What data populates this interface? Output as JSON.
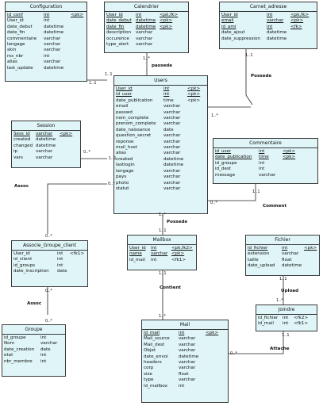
{
  "entities": {
    "configuration": {
      "title": "Configuration",
      "attributes": [
        {
          "name": "id_conf",
          "type": "int",
          "key": "<pk>",
          "pk": true
        },
        {
          "name": "User_id",
          "type": "int",
          "key": ""
        },
        {
          "name": "date_debut",
          "type": "datetime",
          "key": ""
        },
        {
          "name": "date_fin",
          "type": "datetime",
          "key": ""
        },
        {
          "name": "commentaire",
          "type": "varchar",
          "key": ""
        },
        {
          "name": "langage",
          "type": "varchar",
          "key": ""
        },
        {
          "name": "skin",
          "type": "varchar",
          "key": ""
        },
        {
          "name": "rss_nbr",
          "type": "int",
          "key": ""
        },
        {
          "name": "alias",
          "type": "varchar",
          "key": ""
        },
        {
          "name": "last_update",
          "type": "datetime",
          "key": ""
        }
      ]
    },
    "calendrier": {
      "title": "Calendrier",
      "attributes": [
        {
          "name": "User_id",
          "type": "int",
          "key": "<pk,fk>",
          "pk": true
        },
        {
          "name": "date_debut",
          "type": "datetime",
          "key": "<pk>",
          "pk": true
        },
        {
          "name": "date_fin",
          "type": "datetime",
          "key": "<pk>",
          "pk": true
        },
        {
          "name": "description",
          "type": "varchar",
          "key": ""
        },
        {
          "name": "occurence",
          "type": "varchar",
          "key": ""
        },
        {
          "name": "type_alert",
          "type": "varchar",
          "key": ""
        }
      ]
    },
    "carnet": {
      "title": "Carnet_adresse",
      "attributes": [
        {
          "name": "User_id",
          "type": "int",
          "key": "<pk,fk>",
          "pk": true
        },
        {
          "name": "email",
          "type": "varchar",
          "key": "<pk>",
          "pk": true
        },
        {
          "name": "id_ami",
          "type": "int",
          "key": "<fk>",
          "pk": true
        },
        {
          "name": "date_ajout",
          "type": "datetime",
          "key": ""
        },
        {
          "name": "date_suppression",
          "type": "datetime",
          "key": ""
        }
      ]
    },
    "users": {
      "title": "Users",
      "attributes": [
        {
          "name": "User_id",
          "type": "int",
          "key": "<pk>",
          "pk": true
        },
        {
          "name": "id_user",
          "type": "int",
          "key": "<pk>",
          "pk": true
        },
        {
          "name": "date_publication",
          "type": "time",
          "key": "<pk>"
        },
        {
          "name": "email",
          "type": "varchar",
          "key": ""
        },
        {
          "name": "passwd",
          "type": "varchar",
          "key": ""
        },
        {
          "name": "nom_complete",
          "type": "varchar",
          "key": ""
        },
        {
          "name": "prenom_complete",
          "type": "varchar",
          "key": ""
        },
        {
          "name": "date_naissance",
          "type": "date",
          "key": ""
        },
        {
          "name": "question_secret",
          "type": "varchar",
          "key": ""
        },
        {
          "name": "reponse",
          "type": "varchar",
          "key": ""
        },
        {
          "name": "mail_host",
          "type": "varchar",
          "key": ""
        },
        {
          "name": "alias",
          "type": "varchar",
          "key": ""
        },
        {
          "name": "created",
          "type": "datetime",
          "key": ""
        },
        {
          "name": "lastlogin",
          "type": "datetime",
          "key": ""
        },
        {
          "name": "langage",
          "type": "varchar",
          "key": ""
        },
        {
          "name": "pays",
          "type": "varchar",
          "key": ""
        },
        {
          "name": "photo",
          "type": "varchar",
          "key": ""
        },
        {
          "name": "statut",
          "type": "varchar",
          "key": ""
        }
      ]
    },
    "session": {
      "title": "Session",
      "attributes": [
        {
          "name": "Sess_id",
          "type": "varchar",
          "key": "<pk>",
          "pk": true
        },
        {
          "name": "created",
          "type": "datetime",
          "key": ""
        },
        {
          "name": "changed",
          "type": "datetime",
          "key": ""
        },
        {
          "name": "ip",
          "type": "varchar",
          "key": ""
        },
        {
          "name": "vars",
          "type": "varchar",
          "key": ""
        }
      ]
    },
    "commentaire": {
      "title": "Commentaire",
      "attributes": [
        {
          "name": "id_user",
          "type": "int",
          "key": "<pk>",
          "pk": true
        },
        {
          "name": "date_publication",
          "type": "time",
          "key": "<pk>",
          "pk": true
        },
        {
          "name": "id_groupe",
          "type": "int",
          "key": ""
        },
        {
          "name": "id_dest",
          "type": "int",
          "key": ""
        },
        {
          "name": "message",
          "type": "varchar",
          "key": ""
        }
      ]
    },
    "associe": {
      "title": "Associe_Groupe_client",
      "attributes": [
        {
          "name": "User_id",
          "type": "int",
          "key": "<fk1>"
        },
        {
          "name": "id_client",
          "type": "int",
          "key": ""
        },
        {
          "name": "id_groups",
          "type": "int",
          "key": ""
        },
        {
          "name": "date_inscription",
          "type": "date",
          "key": ""
        }
      ]
    },
    "mailbox": {
      "title": "Mailbox",
      "attributes": [
        {
          "name": "User_id",
          "type": "int",
          "key": "<pk,fk2>",
          "pk": true
        },
        {
          "name": "name",
          "type": "varchar",
          "key": "<pk>",
          "pk": true
        },
        {
          "name": "id_mail",
          "type": "int",
          "key": "<fk1>"
        }
      ]
    },
    "fichier": {
      "title": "Fichier",
      "attributes": [
        {
          "name": "id_fichier",
          "type": "int",
          "key": "<pk>",
          "pk": true
        },
        {
          "name": "extension",
          "type": "varchar",
          "key": ""
        },
        {
          "name": "taille",
          "type": "float",
          "key": ""
        },
        {
          "name": "date_upload",
          "type": "datetime",
          "key": ""
        }
      ]
    },
    "groupe": {
      "title": "Groupe",
      "attributes": [
        {
          "name": "id_groupe",
          "type": "int",
          "key": ""
        },
        {
          "name": "Nom",
          "type": "varchar",
          "key": ""
        },
        {
          "name": "date_creation",
          "type": "date",
          "key": ""
        },
        {
          "name": "etat",
          "type": "int",
          "key": ""
        },
        {
          "name": "nbr_membre",
          "type": "int",
          "key": ""
        }
      ]
    },
    "joindre": {
      "title": "Joindre",
      "attributes": [
        {
          "name": "id_fichier",
          "type": "int",
          "key": "<fk2>"
        },
        {
          "name": "id_mail",
          "type": "int",
          "key": "<fk1>"
        }
      ]
    },
    "mail": {
      "title": "Mail",
      "attributes": [
        {
          "name": "id_mail",
          "type": "int",
          "key": "<pk>",
          "pk": true
        },
        {
          "name": "Mail_source",
          "type": "varchar",
          "key": ""
        },
        {
          "name": "Mail_dest",
          "type": "varchar",
          "key": ""
        },
        {
          "name": "Objet",
          "type": "varchar",
          "key": ""
        },
        {
          "name": "date_envoi",
          "type": "datetime",
          "key": ""
        },
        {
          "name": "headers",
          "type": "varchar",
          "key": ""
        },
        {
          "name": "corp",
          "type": "varchar",
          "key": ""
        },
        {
          "name": "size",
          "type": "float",
          "key": ""
        },
        {
          "name": "type",
          "type": "varchar",
          "key": ""
        },
        {
          "name": "id_mailbox",
          "type": "int",
          "key": ""
        }
      ]
    }
  },
  "relations": {
    "passede": "passede",
    "possede_right": "Possede",
    "possede_mid": "Possede",
    "assoc_left": "Assoc",
    "assoc_bottom": "Assoc",
    "comment": "Comment",
    "contient": "Contient",
    "upload": "Upload",
    "attache": "Attache"
  },
  "cardinalities": {
    "c_conf_1": "1..1",
    "c_users_conf": "1..1",
    "c_cal": "1..*",
    "c_carnet": "1..1",
    "c_users_right": "1..*",
    "c_session": "0..*",
    "c_users_session": "1..1",
    "c_users_assoc": "0..*",
    "c_users_comment": "0..*",
    "c_comment": "1..1",
    "c_assoc_top": "0..*",
    "c_assoc_bottom": "0..*",
    "c_groupe": "0..*",
    "c_users_mailbox": "1..*",
    "c_mailbox_top": "1..1",
    "c_mailbox_bottom": "1..1",
    "c_mail_top": "1..*",
    "c_fichier": "1..1",
    "c_joindre_top": "1..*",
    "c_joindre_bottom": "1..1",
    "c_mail_right": "0..*"
  }
}
